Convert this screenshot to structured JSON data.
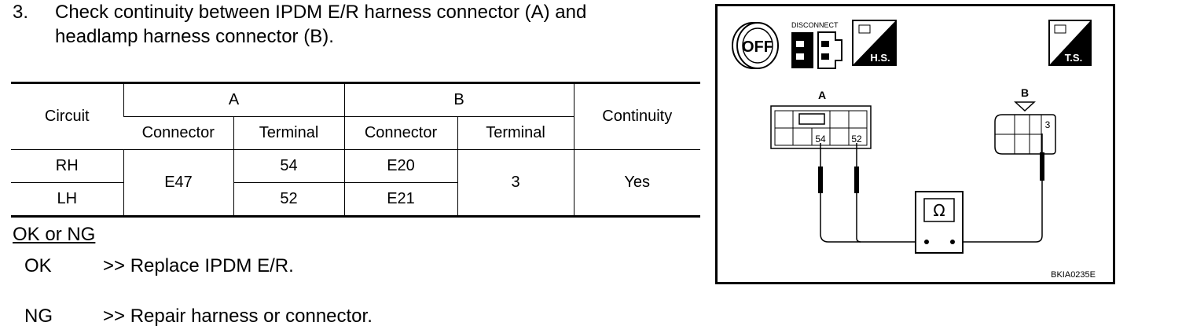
{
  "step": {
    "number": "3.",
    "text_line1": "Check continuity between IPDM E/R harness connector (A) and",
    "text_line2": "headlamp harness connector (B)."
  },
  "table": {
    "h_circuit": "Circuit",
    "h_a": "A",
    "h_b": "B",
    "h_continuity": "Continuity",
    "h_connector_a": "Connector",
    "h_terminal_a": "Terminal",
    "h_connector_b": "Connector",
    "h_terminal_b": "Terminal",
    "rows": [
      {
        "circuit": "RH",
        "a_terminal": "54",
        "b_connector": "E20"
      },
      {
        "circuit": "LH",
        "a_terminal": "52",
        "b_connector": "E21"
      }
    ],
    "a_connector": "E47",
    "b_terminal": "3",
    "continuity": "Yes"
  },
  "result": {
    "heading": "OK or NG",
    "ok_label": "OK",
    "ok_text": ">> Replace  IPDM  E/R.",
    "ng_label": "NG",
    "ng_text": ">> Repair harness or connector."
  },
  "figure": {
    "off_label": "OFF",
    "disconnect_label": "DISCONNECT",
    "hs_label": "H.S.",
    "ts_label": "T.S.",
    "connector_a_label": "A",
    "connector_b_label": "B",
    "pin_54": "54",
    "pin_52": "52",
    "pin_3": "3",
    "ohm_symbol": "Ω",
    "code": "BKIA0235E"
  }
}
